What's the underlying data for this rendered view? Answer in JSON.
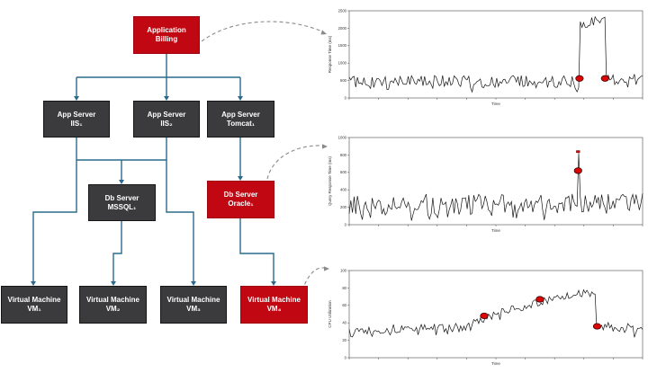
{
  "colors": {
    "background": "#ffffff",
    "node_alert": "#c00712",
    "node_dark": "#3b3b3d",
    "node_text": "#ffffff",
    "connector": "#2b6a8c",
    "dashed_arrow": "#8a8a8a",
    "chart_line": "#141414",
    "axis": "#4a4a4a",
    "anomaly": "#dd0505"
  },
  "diagram": {
    "nodes": [
      {
        "id": "app-billing",
        "line1": "Application",
        "line2": "Billing",
        "state": "alert"
      },
      {
        "id": "app-server-iis1",
        "line1": "App Server",
        "line2": "IIS₁",
        "state": "normal"
      },
      {
        "id": "app-server-iis2",
        "line1": "App Server",
        "line2": "IIS₂",
        "state": "normal"
      },
      {
        "id": "app-server-tomcat1",
        "line1": "App Server",
        "line2": "Tomcat₁",
        "state": "normal"
      },
      {
        "id": "db-server-mssql1",
        "line1": "Db Server",
        "line2": "MSSQL₁",
        "state": "normal"
      },
      {
        "id": "db-server-oracle1",
        "line1": "Db Server",
        "line2": "Oracle₁",
        "state": "alert"
      },
      {
        "id": "virtual-machine-vm1",
        "line1": "Virtual Machine",
        "line2": "VM₁",
        "state": "normal"
      },
      {
        "id": "virtual-machine-vm2",
        "line1": "Virtual Machine",
        "line2": "VM₂",
        "state": "normal"
      },
      {
        "id": "virtual-machine-vm3",
        "line1": "Virtual Machine",
        "line2": "VM₃",
        "state": "normal"
      },
      {
        "id": "virtual-machine-vm4",
        "line1": "Virtual Machine",
        "line2": "VM₄",
        "state": "alert"
      }
    ],
    "edges": [
      "Application Billing -> App Server IIS1",
      "Application Billing -> App Server IIS2",
      "Application Billing -> App Server Tomcat1",
      "App Server IIS1 -> Db Server MSSQL1",
      "App Server IIS2 -> Db Server MSSQL1",
      "App Server Tomcat1 -> Db Server Oracle1",
      "App Server IIS1 -> Virtual Machine VM1",
      "Db Server MSSQL1 -> Virtual Machine VM2",
      "App Server IIS2 -> Virtual Machine VM3",
      "Db Server Oracle1 -> Virtual Machine VM4"
    ],
    "callouts": [
      "Application Billing -> response-time-chart",
      "Db Server Oracle1 -> query-response-time-chart",
      "Virtual Machine VM4 -> cpu-utilization-chart"
    ]
  },
  "chart_data": [
    {
      "type": "line",
      "title": "",
      "xlabel": "Time",
      "ylabel": "Response Time (ms)",
      "ylim": [
        0,
        2500
      ],
      "yticks": [
        0,
        500,
        1000,
        1500,
        2000,
        2500
      ],
      "grid": false,
      "legend": null,
      "seed": 41,
      "segments": [
        {
          "from": 0.0,
          "to": 0.785,
          "start": 470,
          "end": 470,
          "noise": 180
        },
        {
          "from": 0.785,
          "to": 0.872,
          "start": 2100,
          "end": 2280,
          "noise": 130
        },
        {
          "from": 0.872,
          "to": 1.0,
          "start": 500,
          "end": 520,
          "noise": 180
        }
      ],
      "spikes": [],
      "anomalies": [
        {
          "t": 0.785,
          "value": 560,
          "shape": "dot"
        },
        {
          "t": 0.872,
          "value": 560,
          "shape": "dot"
        }
      ]
    },
    {
      "type": "line",
      "title": "",
      "xlabel": "Time",
      "ylabel": "Query Response Time (ms)",
      "ylim": [
        0,
        1000
      ],
      "yticks": [
        0,
        200,
        400,
        600,
        800,
        1000
      ],
      "grid": false,
      "legend": null,
      "seed": 77,
      "segments": [
        {
          "from": 0.0,
          "to": 1.0,
          "start": 230,
          "end": 240,
          "noise": 120
        }
      ],
      "spikes": [
        {
          "t": 0.78,
          "value": 820
        }
      ],
      "anomalies": [
        {
          "t": 0.78,
          "value": 620,
          "shape": "dot"
        },
        {
          "t": 0.78,
          "value": 838,
          "shape": "square"
        }
      ]
    },
    {
      "type": "line",
      "title": "",
      "xlabel": "Time",
      "ylabel": "CPU Utilization",
      "ylim": [
        0,
        100
      ],
      "yticks": [
        0,
        20,
        40,
        60,
        80,
        100
      ],
      "grid": false,
      "legend": null,
      "seed": 13,
      "segments": [
        {
          "from": 0.0,
          "to": 0.42,
          "start": 32,
          "end": 35,
          "noise": 5
        },
        {
          "from": 0.42,
          "to": 0.55,
          "start": 40,
          "end": 55,
          "noise": 5
        },
        {
          "from": 0.55,
          "to": 0.7,
          "start": 55,
          "end": 68,
          "noise": 4.5
        },
        {
          "from": 0.7,
          "to": 0.84,
          "start": 68,
          "end": 77,
          "noise": 4
        },
        {
          "from": 0.84,
          "to": 1.0,
          "start": 35,
          "end": 33,
          "noise": 6
        }
      ],
      "spikes": [],
      "anomalies": [
        {
          "t": 0.46,
          "value": 48,
          "shape": "dot"
        },
        {
          "t": 0.65,
          "value": 67,
          "shape": "dot"
        },
        {
          "t": 0.845,
          "value": 36,
          "shape": "dot"
        }
      ]
    }
  ]
}
